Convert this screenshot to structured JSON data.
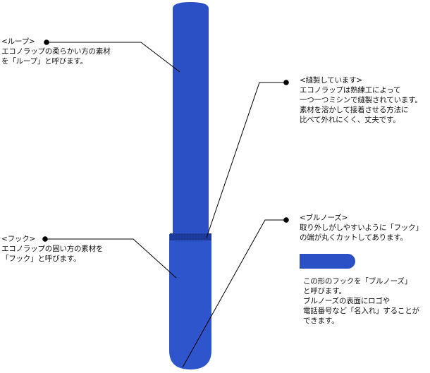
{
  "strap": {
    "color": "#2b4fc4",
    "seam_color": "#1e3c9e",
    "line_color": "#000000"
  },
  "callouts": {
    "loop": {
      "title": "<ループ>",
      "lines": [
        "エコノラップの柔らかい方の素材",
        "を「ループ」と呼びます。"
      ]
    },
    "sewn": {
      "title": "<縫製しています>",
      "lines": [
        "エコノラップは熟練工によって",
        "一つ一つミシンで縫製されています。",
        "素材を溶かして接着させる方法に",
        "比べて外れにくく、丈夫です。"
      ]
    },
    "hook": {
      "title": "<フック>",
      "lines": [
        "エコノラップの固い方の素材を",
        "「フック」と呼びます。"
      ]
    },
    "bullnose": {
      "title": "<ブルノーズ>",
      "lines": [
        "取り外しがしやすいように「フック」",
        "の端が丸くカットしてあります。"
      ]
    },
    "bullnose_note": {
      "lines": [
        "この形のフックを「ブルノーズ」",
        "と呼びます。",
        "ブルノーズの表面にロゴや",
        "電話番号など「名入れ」することが",
        "できます。"
      ]
    }
  }
}
